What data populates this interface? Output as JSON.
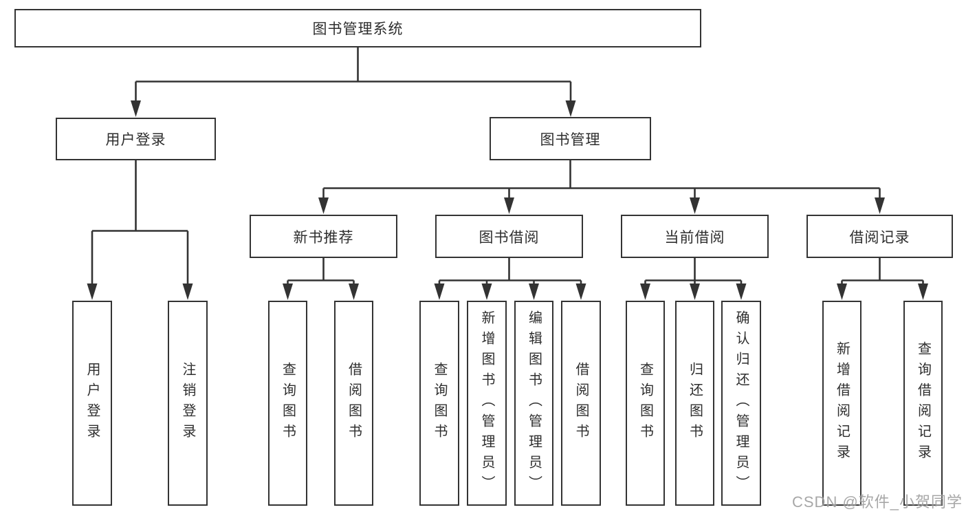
{
  "colors": {
    "background": "#ffffff",
    "line": "#333333",
    "box_border": "#333333",
    "text": "#2e2e2e",
    "watermark": "#949494"
  },
  "watermark": "CSDN @软件_小贺同学",
  "tree": {
    "root": {
      "label": "图书管理系统"
    },
    "children": [
      {
        "label": "用户登录",
        "children": [
          {
            "label": "用户登录"
          },
          {
            "label": "注销登录"
          }
        ]
      },
      {
        "label": "图书管理",
        "children": [
          {
            "label": "新书推荐",
            "children": [
              {
                "label": "查询图书"
              },
              {
                "label": "借阅图书"
              }
            ]
          },
          {
            "label": "图书借阅",
            "children": [
              {
                "label": "查询图书"
              },
              {
                "label": "新增图书（管理员）"
              },
              {
                "label": "编辑图书（管理员）"
              },
              {
                "label": "借阅图书"
              }
            ]
          },
          {
            "label": "当前借阅",
            "children": [
              {
                "label": "查询图书"
              },
              {
                "label": "归还图书"
              },
              {
                "label": "确认归还（管理员）"
              }
            ]
          },
          {
            "label": "借阅记录",
            "children": [
              {
                "label": "新增借阅记录"
              },
              {
                "label": "查询借阅记录"
              }
            ]
          }
        ]
      }
    ]
  }
}
